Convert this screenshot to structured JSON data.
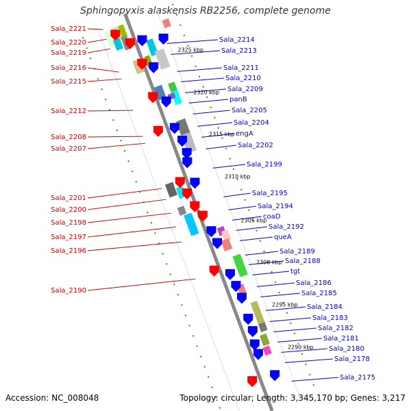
{
  "title": "Sphingopyxis alaskensis RB2256, complete genome",
  "footer": {
    "accession": "Accession: NC_008048",
    "genome_info": "Topology: circular; Length: 3,345,170 bp; Genes: 3,217"
  },
  "colors": {
    "left_label": "#cc0000",
    "right_label": "#0000cc",
    "backbone": "#888888",
    "tick": "#228b22"
  },
  "ticks": [
    "2325 kbp",
    "2320 kbp",
    "2315 kbp",
    "2310 kbp",
    "2305 kbp",
    "2300 kbp",
    "2295 kbp",
    "2290 kbp"
  ],
  "left_labels": [
    "Sala_2221",
    "Sala_2220",
    "Sala_2219",
    "Sala_2216",
    "Sala_2215",
    "Sala_2212",
    "Sala_2208",
    "Sala_2207",
    "Sala_2201",
    "Sala_2200",
    "Sala_2198",
    "Sala_2197",
    "Sala_2196",
    "Sala_2190"
  ],
  "right_labels": [
    "Sala_2214",
    "Sala_2213",
    "Sala_2211",
    "Sala_2210",
    "Sala_2209",
    "panB",
    "Sala_2205",
    "Sala_2204",
    "engA",
    "Sala_2202",
    "Sala_2199",
    "Sala_2195",
    "Sala_2194",
    "coaD",
    "Sala_2192",
    "queA",
    "Sala_2189",
    "Sala_2188",
    "tgt",
    "Sala_2186",
    "Sala_2185",
    "Sala_2184",
    "Sala_2183",
    "Sala_2182",
    "Sala_2181",
    "Sala_2180",
    "Sala_2178",
    "Sala_2175"
  ]
}
